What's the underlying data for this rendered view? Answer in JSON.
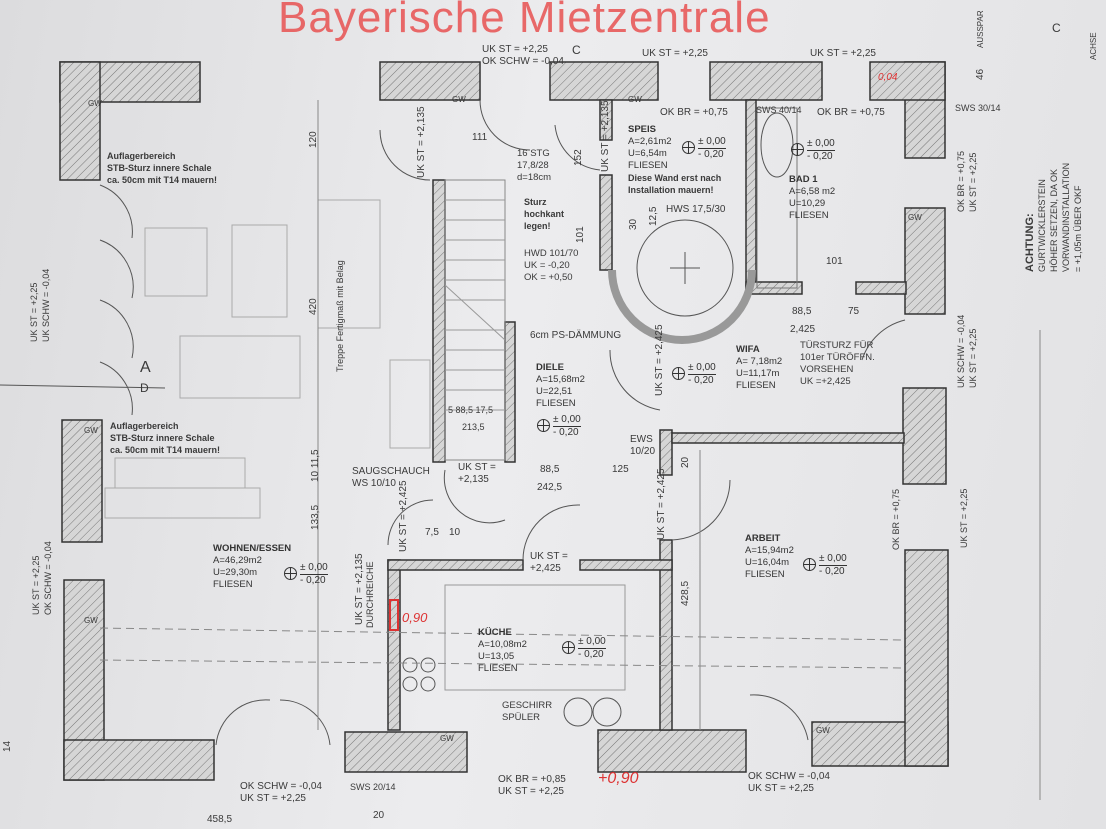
{
  "watermark": "Bayerische Mietzentrale",
  "accent_color": "#e85a5a",
  "rooms": [
    {
      "name": "WOHNEN/ESSEN",
      "area": "A=46,29m2",
      "perimeter": "U=29,30m",
      "floor": "FLIESEN"
    },
    {
      "name": "DIELE",
      "area": "A=15,68m2",
      "perimeter": "U=22,51",
      "floor": "FLIESEN"
    },
    {
      "name": "SPEIS",
      "area": "A=2,61m2",
      "perimeter": "U=6,54m",
      "floor": "FLIESEN"
    },
    {
      "name": "BAD 1",
      "area": "A=6,58 m2",
      "perimeter": "U=10,29",
      "floor": "FLIESEN"
    },
    {
      "name": "WIFA",
      "area": "A= 7,18m2",
      "perimeter": "U=11,17m",
      "floor": "FLIESEN"
    },
    {
      "name": "KÜCHE",
      "area": "A=10,08m2",
      "perimeter": "U=13,05",
      "floor": "FLIESEN"
    },
    {
      "name": "ARBEIT",
      "area": "A=15,94m2",
      "perimeter": "U=16,04m",
      "floor": "FLIESEN"
    }
  ],
  "level": {
    "top": "± 0,00",
    "bottom": "- 0,20"
  },
  "notes": {
    "auflager1": [
      "Auflagerbereich",
      "STB-Sturz innere Schale",
      "ca. 50cm mit T14 mauern!"
    ],
    "auflager2": [
      "Auflagerbereich",
      "STB-Sturz innere Schale",
      "ca. 50cm mit T14 mauern!"
    ],
    "wand": [
      "Diese Wand erst nach",
      "Installation mauern!"
    ],
    "sturz": [
      "Sturz",
      "hochkant",
      "legen!"
    ],
    "hwd": [
      "HWD 101/70",
      "UK =  -0,20",
      "OK = +0,50"
    ],
    "stairs": [
      "16 STG",
      "17,8/28",
      "d=18cm"
    ],
    "daemmung": "6cm PS-DÄMMUNG",
    "hws": "HWS 17,5/30",
    "tuersturz": [
      "TÜRSTURZ FÜR",
      "101er TÜRÖFFN.",
      "VORSEHEN",
      "UK =+2,425"
    ],
    "saug": [
      "SAUGSCHAUCH",
      "WS 10/10"
    ],
    "ews": [
      "EWS",
      "10/20"
    ],
    "geschirr": [
      "GESCHIRR",
      "SPÜLER"
    ],
    "treppe": "Treppe Fertigmaß mit Belag",
    "durchreiche": "DURCHREICHE",
    "achtung": [
      "ACHTUNG:",
      "GURTWICKLERSTEIN",
      "HÖHER SETZEN, DA OK",
      "VORWANDINSTALLATION",
      "= +1,05m ÜBER OKF"
    ]
  },
  "labels": {
    "top1": "UK ST = +2,25",
    "top2": "OK SCHW = -0,04",
    "top3": "UK ST = +2,25",
    "top4": "UK ST = +2,25",
    "okbr1": "OK BR = +0,75",
    "okbr2": "OK BR = +0,75",
    "sws40": "SWS 40/14",
    "sws30": "SWS 30/14",
    "bot1": "OK SCHW  = -0,04",
    "bot2": "UK ST =  +2,25",
    "bot3": "OK BR = +0,85",
    "bot4": "UK ST =  +2,25",
    "bot5": "OK SCHW  = -0,04",
    "bot6": "UK ST =  +2,25",
    "sws20": "SWS 20/14",
    "ukst2135a": "UK ST = +2,135",
    "ukst2135b": "UK ST = +2,135",
    "ukst2135c": "UK ST = +2,135",
    "ukst2425a": "UK ST = +2,425",
    "ukst2425b": "UK ST = +2,425",
    "ukst2425c": "UK ST = +2,425",
    "ukst2425d": "UK ST = +2,425",
    "left1": "UK ST = +2,25",
    "left2": "UK SCHW = -0,04",
    "left3": "UK ST = +2,25",
    "left4": "OK SCHW = -0,04",
    "right1": "OK BR = +0,75",
    "right2": "UK ST = +2,25",
    "right3": "UK SCHW = -0,04",
    "right4": "UK ST = +2,25",
    "right5": "OK BR = +0,75",
    "right6": "UK ST = +2,25",
    "gw": "GW",
    "sectionA": "A",
    "sectionD": "D",
    "sectionC": "C",
    "ausspar": "AUSSPAR",
    "achse": "ACHSE"
  },
  "dimensions": [
    "111",
    "152",
    "101",
    "30",
    "12,5",
    "120",
    "420",
    "10 11,5",
    "133,5",
    "88,5",
    "125",
    "242,5",
    "20",
    "428,5",
    "101",
    "88,5",
    "75",
    "2,425",
    "7,5",
    "10",
    "5 88,5 17,5",
    "213,5",
    "458,5",
    "14",
    "46",
    "20"
  ],
  "handwritten": {
    "kitchen": "0,90",
    "sill": "+0,90",
    "corner": "0,04"
  }
}
